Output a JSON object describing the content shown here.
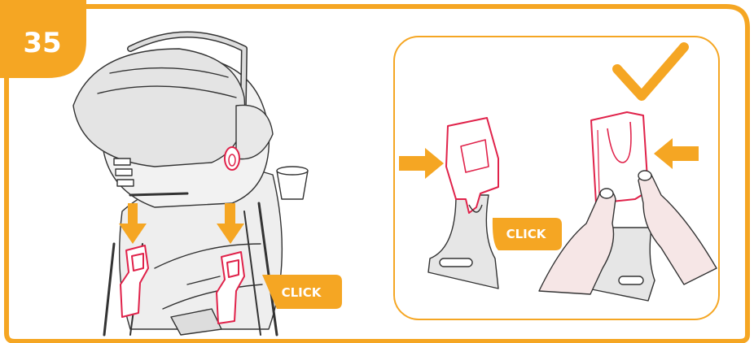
{
  "step": {
    "number": "35"
  },
  "labels": {
    "click_left": "CLICK",
    "click_right": "CLICK"
  },
  "colors": {
    "accent": "#F5A623",
    "highlight": "#E0224A",
    "line": "#333333",
    "shade": "#E6E6E6",
    "skin": "#F6E6E6"
  },
  "icons": [
    "check-icon",
    "arrow-down-icon",
    "arrow-right-icon",
    "arrow-left-icon"
  ]
}
